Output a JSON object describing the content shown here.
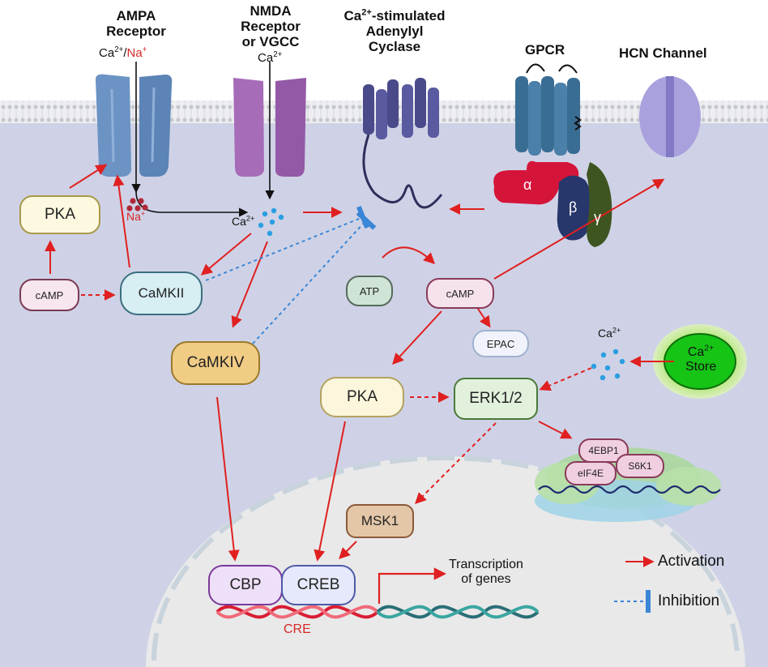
{
  "headers": {
    "ampa_line1": "AMPA",
    "ampa_line2": "Receptor",
    "ampa_ions_ca": "Ca",
    "ampa_ions_na": "Na",
    "nmda_line1": "NMDA",
    "nmda_line2": "Receptor",
    "nmda_line3": "or VGCC",
    "nmda_ion": "Ca",
    "ac_line1_suffix": "-stimulated",
    "ac_line1_prefix": "Ca",
    "ac_line2": "Adenylyl",
    "ac_line3": "Cyclase",
    "gpcr": "GPCR",
    "hcn": "HCN Channel"
  },
  "ions": {
    "charge_2plus": "2+",
    "charge_plus": "+",
    "slash": "/",
    "na_label": "Na",
    "ca_label": "Ca",
    "ca_label_right": "Ca"
  },
  "g_protein": {
    "alpha": "α",
    "beta": "β",
    "gamma": "γ"
  },
  "nodes": {
    "pka_left": "PKA",
    "camp_left": "cAMP",
    "camkii": "CaMKII",
    "camkiv": "CaMKIV",
    "atp": "ATP",
    "camp_center": "cAMP",
    "epac": "EPAC",
    "pka_center": "PKA",
    "erk": "ERK1/2",
    "ca_store_line1": "Ca",
    "ca_store_line2": "Store",
    "msk1": "MSK1",
    "cbp": "CBP",
    "creb": "CREB",
    "cre": "CRE",
    "fourebp1": "4EBP1",
    "eif4e": "eIF4E",
    "s6k1": "S6K1"
  },
  "transcription": {
    "line1": "Transcription",
    "line2": "of genes"
  },
  "legend": {
    "activation": "Activation",
    "inhibition": "Inhibition"
  },
  "colors": {
    "cytoplasm": "#cfd2e6",
    "nucleus": "#e9e9ea",
    "activation": "#e02020",
    "inhibition": "#3a86d6",
    "ca_dot": "#2a9ee0",
    "na_dot": "#b0283a",
    "ampa": "#6b93c4",
    "nmda": "#a66cb8",
    "ac": "#4a4a8a",
    "gpcr": "#3a6d94",
    "galpha": "#d5143a",
    "gbeta": "#27366b",
    "ggamma": "#3f5521",
    "hcn": "#a9a1dd",
    "ca_store": "#16c416"
  },
  "icons": [
    "ampa-receptor-icon",
    "nmda-receptor-icon",
    "adenylyl-cyclase-icon",
    "gpcr-icon",
    "hcn-channel-icon",
    "ribosome-icon",
    "dna-icon"
  ]
}
